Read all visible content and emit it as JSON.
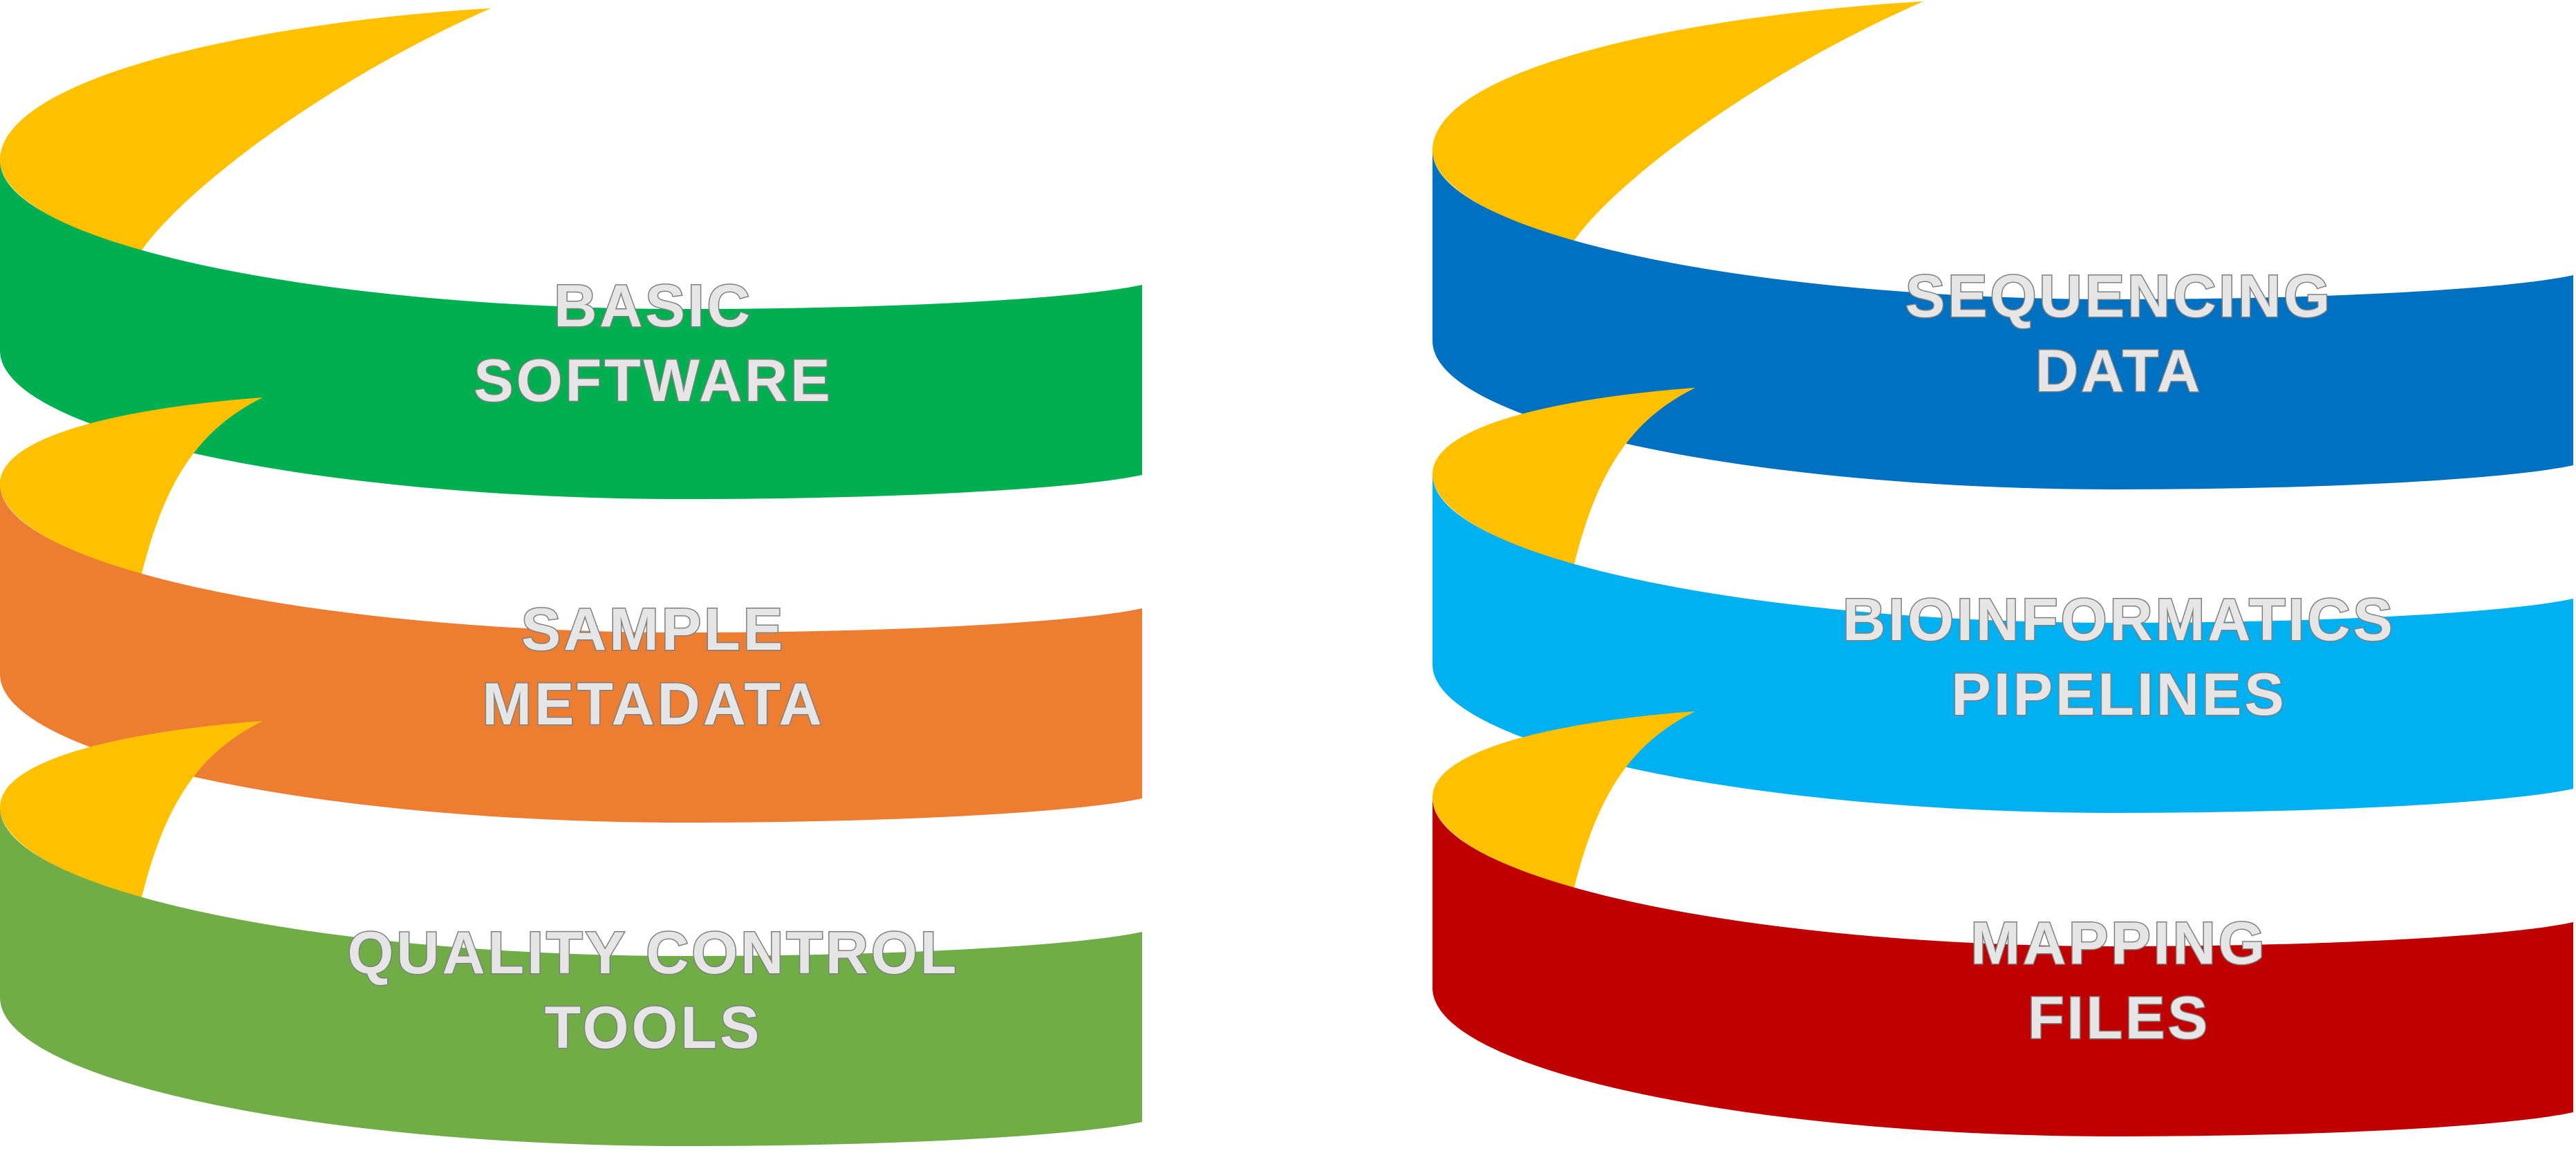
{
  "stacks": [
    {
      "id": "left",
      "bands": [
        {
          "label_lines": [
            "BASIC",
            "SOFTWARE"
          ],
          "color": "#00b050"
        },
        {
          "label_lines": [
            "SAMPLE",
            "METADATA"
          ],
          "color": "#ed7d31"
        },
        {
          "label_lines": [
            "QUALITY CONTROL",
            "TOOLS"
          ],
          "color": "#70ad47"
        }
      ]
    },
    {
      "id": "right",
      "bands": [
        {
          "label_lines": [
            "SEQUENCING",
            "DATA"
          ],
          "color": "#0070c0"
        },
        {
          "label_lines": [
            "BIOINFORMATICS",
            "PIPELINES"
          ],
          "color": "#00b0f0"
        },
        {
          "label_lines": [
            "MAPPING",
            "FILES"
          ],
          "color": "#c00000"
        }
      ]
    }
  ],
  "colors": {
    "ribbon_back": "#ffc000",
    "label_fill": "#e7e6e6",
    "label_stroke": "#7f7f7f",
    "background": "#ffffff"
  }
}
